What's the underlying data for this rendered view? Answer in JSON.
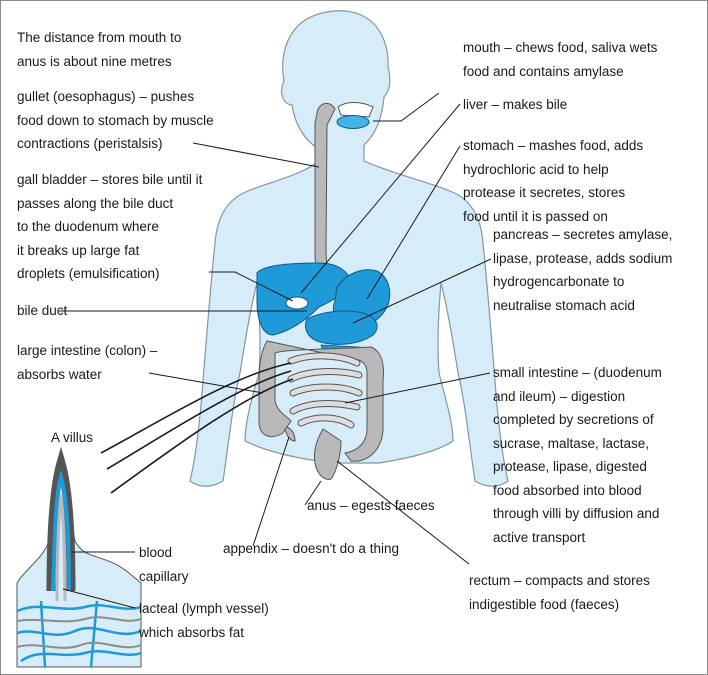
{
  "labels": {
    "intro": "The distance from mouth to\nanus is about nine metres",
    "gullet": "gullet (oesophagus) – pushes\nfood down to stomach by muscle\ncontractions (peristalsis)",
    "gall_bladder": "gall bladder – stores bile until it\npasses along the bile duct\nto the duodenum where\nit breaks up large fat\ndroplets (emulsification)",
    "bile_duct": "bile duct",
    "large_intestine": "large intestine (colon) –\nabsorbs water",
    "villus_title": "A villus",
    "blood_capillary": "blood\ncapillary",
    "lacteal": "lacteal (lymph vessel)\nwhich absorbs fat",
    "mouth": "mouth – chews food, saliva wets\nfood and contains amylase",
    "liver": "liver – makes bile",
    "stomach": "stomach – mashes food, adds\nhydrochloric acid to help\nprotease it secretes, stores\nfood until it is passed on",
    "pancreas": "pancreas – secretes amylase,\nlipase, protease, adds sodium\nhydrogencarbonate to\nneutralise stomach acid",
    "small_intestine": "small intestine – (duodenum\nand ileum) – digestion\ncompleted by secretions of\nsucrase, maltase, lactase,\nprotease, lipase, digested\nfood absorbed into blood\nthrough villi by diffusion and\nactive transport",
    "anus": "anus – egests faeces",
    "appendix": "appendix – doesn't do a thing",
    "rectum": "rectum – compacts and stores\nindigestible food (faeces)"
  },
  "colors": {
    "body_fill": "#d6ecf8",
    "body_outline": "#7f97a6",
    "organ_blue": "#1f9ad9",
    "organ_outline": "#0c5a86",
    "gut_grey": "#b9b9b9",
    "gut_light": "#dedede",
    "gut_outline": "#555555",
    "leader_line": "#1a1a1a"
  }
}
